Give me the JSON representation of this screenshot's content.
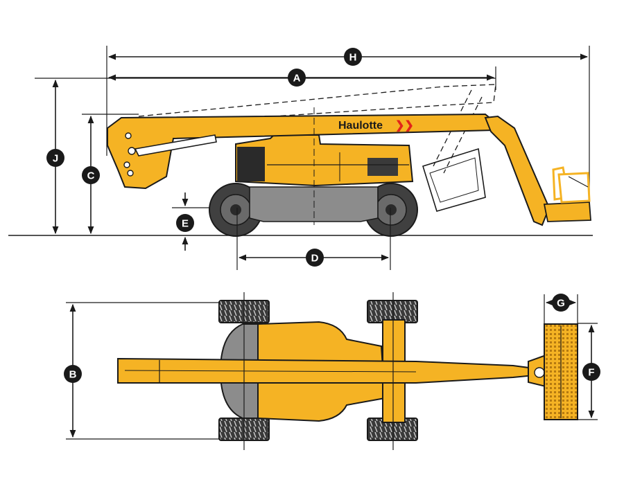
{
  "colors": {
    "machine_yellow": "#f5b324",
    "tyre": "#404040",
    "chassis_grey": "#8c8c8c",
    "badge": "#1a1a1a",
    "brand_red": "#e2231a",
    "line": "#1a1a1a"
  },
  "brand": {
    "name": "Haulotte",
    "chevrons": "❯❯"
  },
  "dimension_labels": {
    "overall_length": "H",
    "boom_reach": "A",
    "stowed_height": "J",
    "chassis_height": "C",
    "ground_clearance": "E",
    "wheelbase": "D",
    "width": "B",
    "platform_depth": "G",
    "platform_width": "F"
  }
}
